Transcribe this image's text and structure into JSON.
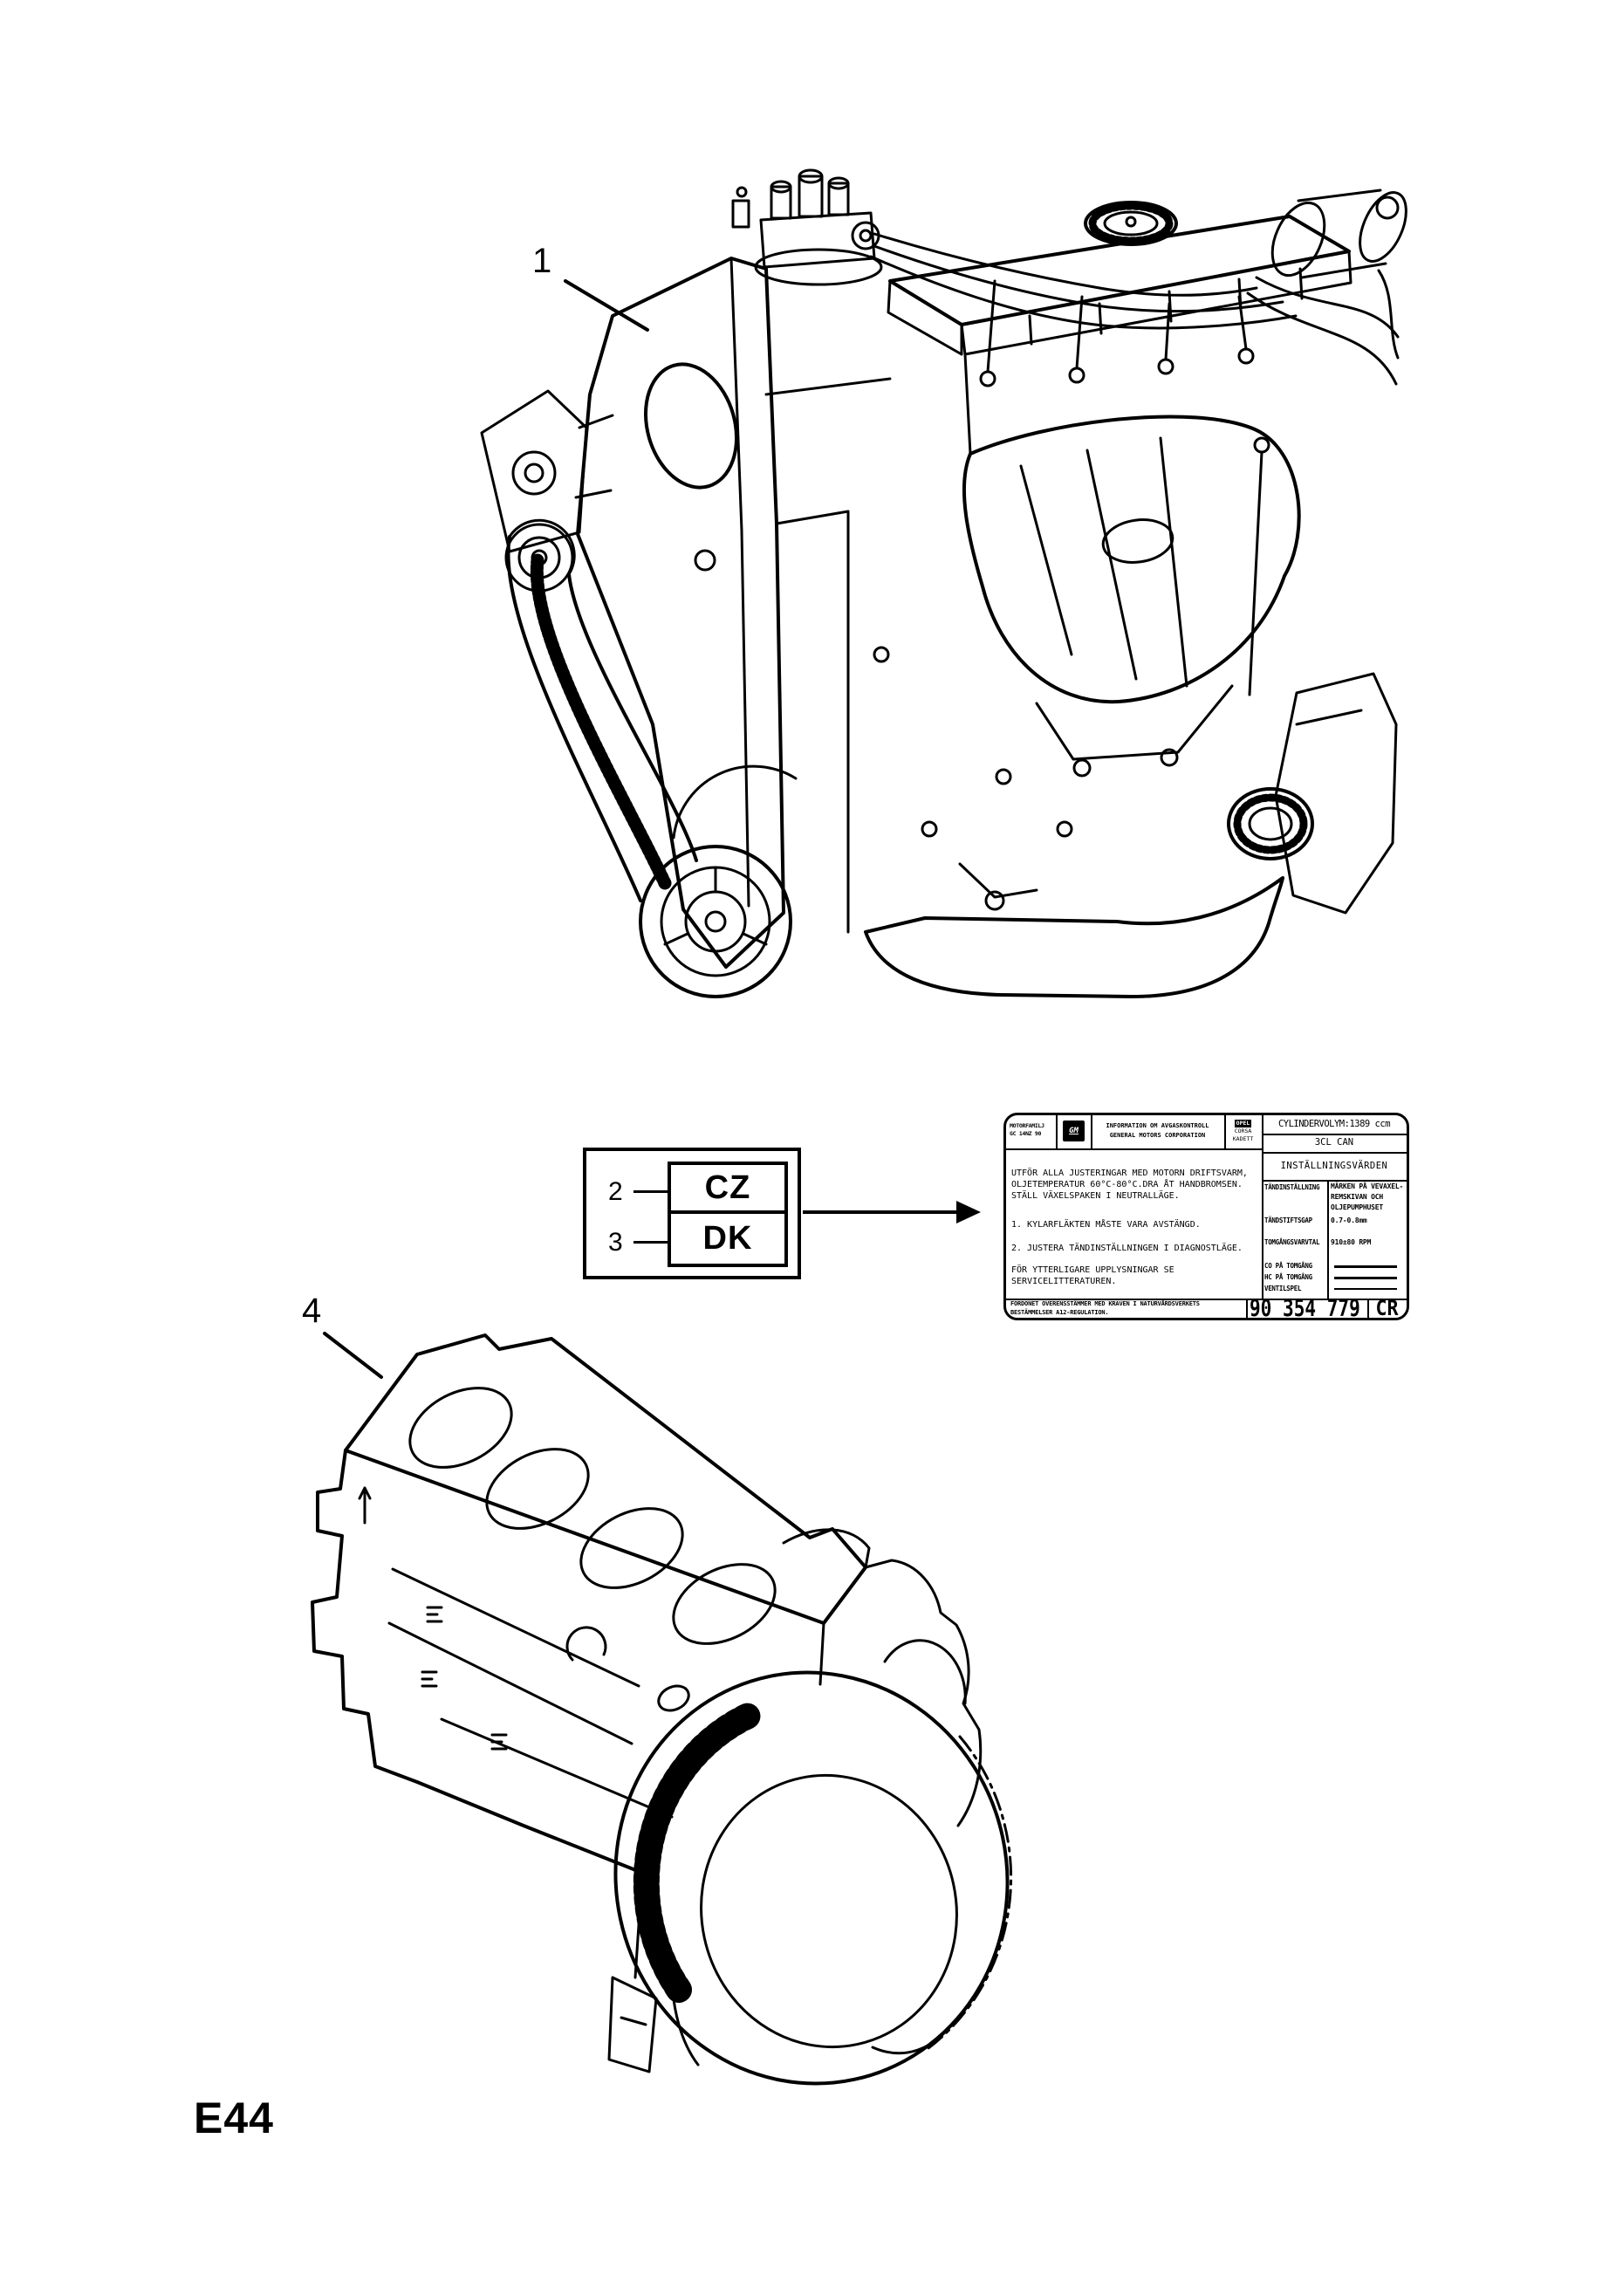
{
  "page": {
    "drawing_code": "E44"
  },
  "callouts": {
    "engine_assembly": "1",
    "label_cz": "2",
    "label_dk": "3",
    "short_block": "4"
  },
  "country_codes": {
    "cz": "CZ",
    "dk": "DK"
  },
  "spec_label": {
    "motor_family": {
      "line1": "MOTORFAMILJ",
      "line2": "GC 14NZ 90"
    },
    "gm_logo": "GM",
    "info": {
      "line1": "INFORMATION OM AVGASKONTROLL",
      "line2": "GENERAL MOTORS CORPORATION"
    },
    "models": [
      "OPEL",
      "CORSA",
      "KADETT"
    ],
    "displacement": "CYLINDERVOLYM:1389 ccm",
    "engine_code": "3CL CAN",
    "instructions": {
      "p1": "UTFÖR ALLA JUSTERINGAR MED MOTORN DRIFTSVARM, OLJETEMPERATUR 60°C-80°C.DRA ÅT HANDBROMSEN. STÄLL VÄXELSPAKEN I NEUTRALLÄGE.",
      "p2": "1. KYLARFLÄKTEN MÅSTE VARA AVSTÄNGD.",
      "p3": "2. JUSTERA TÄNDINSTÄLLNINGEN I DIAGNOSTLÄGE.",
      "p4": "FÖR YTTERLIGARE UPPLYSNINGAR SE SERVICELITTERATUREN."
    },
    "settings": {
      "title": "INSTÄLLNINGSVÄRDEN",
      "rows": [
        {
          "label": "TÄNDINSTÄLLNING",
          "value": "MÄRKEN PÅ VEVAXEL-REMSKIVAN OCH OLJEPUMPHUSET"
        },
        {
          "label": "TÄNDSTIFTSGAP",
          "value": "0.7-0.8mm"
        },
        {
          "label": "TOMGÅNGSVARVTAL",
          "value": "910±80 RPM"
        },
        {
          "label": "CO PÅ TOMGÅNG",
          "value": ""
        },
        {
          "label": "HC PÅ TOMGÅNG",
          "value": ""
        },
        {
          "label": "VENTILSPEL",
          "value": ""
        }
      ]
    },
    "footer": {
      "compliance": "FORDONET ÖVERENSSTÄMMER MED KRAVEN I NATURVÅRDSVERKETS BESTÄMMELSER A12-REGULATION.",
      "part_number": "90 354 779",
      "suffix": "CR"
    }
  }
}
